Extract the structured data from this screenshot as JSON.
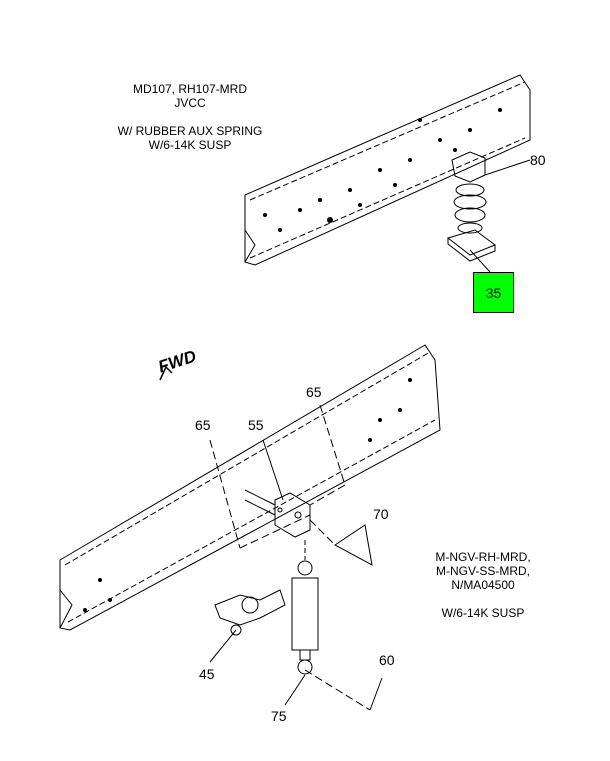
{
  "notes": {
    "top": [
      "MD107, RH107-MRD",
      "JVCC",
      "",
      "W/ RUBBER AUX SPRING",
      "W/6-14K SUSP"
    ],
    "bottom": [
      "M-NGV-RH-MRD,",
      "M-NGV-SS-MRD,",
      "N/MA04500",
      "",
      "W/6-14K SUSP"
    ]
  },
  "direction_label": "FWD",
  "callouts": {
    "c80": "80",
    "c35": "35",
    "c65a": "65",
    "c65b": "65",
    "c55": "55",
    "c70": "70",
    "c45": "45",
    "c75": "75",
    "c60": "60"
  },
  "colors": {
    "highlight": "#00ff00"
  }
}
